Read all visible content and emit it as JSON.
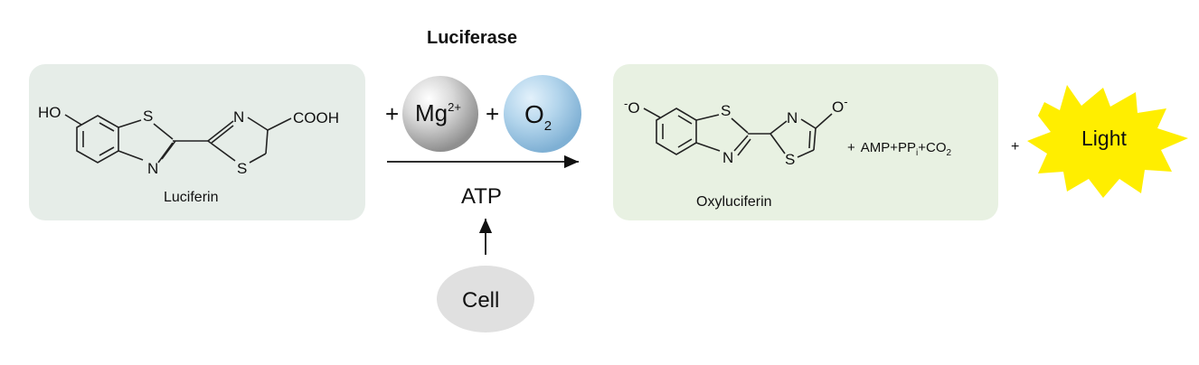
{
  "enzyme": "Luciferase",
  "substrate": {
    "name": "Luciferin",
    "ho": "HO",
    "s1": "S",
    "n1": "N",
    "n2": "N",
    "s2": "S",
    "cooh": "COOH"
  },
  "plus_1": "+",
  "plus_2": "+",
  "mg": {
    "base": "Mg",
    "sup": "2+"
  },
  "o2": {
    "base": "O",
    "sub": "2"
  },
  "atp": "ATP",
  "cell": "Cell",
  "product": {
    "name": "Oxyluciferin",
    "o_left": "O",
    "o_left_charge": "-",
    "s1": "S",
    "n1": "N",
    "n2": "N",
    "s2": "S",
    "o_right": "O",
    "o_right_charge": "-"
  },
  "byproducts": {
    "plus": "+",
    "amp": "AMP+PP",
    "pp_sub": "i",
    "co": "+CO",
    "co_sub": "2"
  },
  "plus_3": "+",
  "light": "Light",
  "colors": {
    "panel": "#e6ede8",
    "panel_product": "#e8f1e2",
    "light_fill": "#ffee00",
    "o2_fill": "#a9cde6",
    "mg_fill": "#bdbdbd",
    "cell_fill": "#e0e0e0"
  }
}
